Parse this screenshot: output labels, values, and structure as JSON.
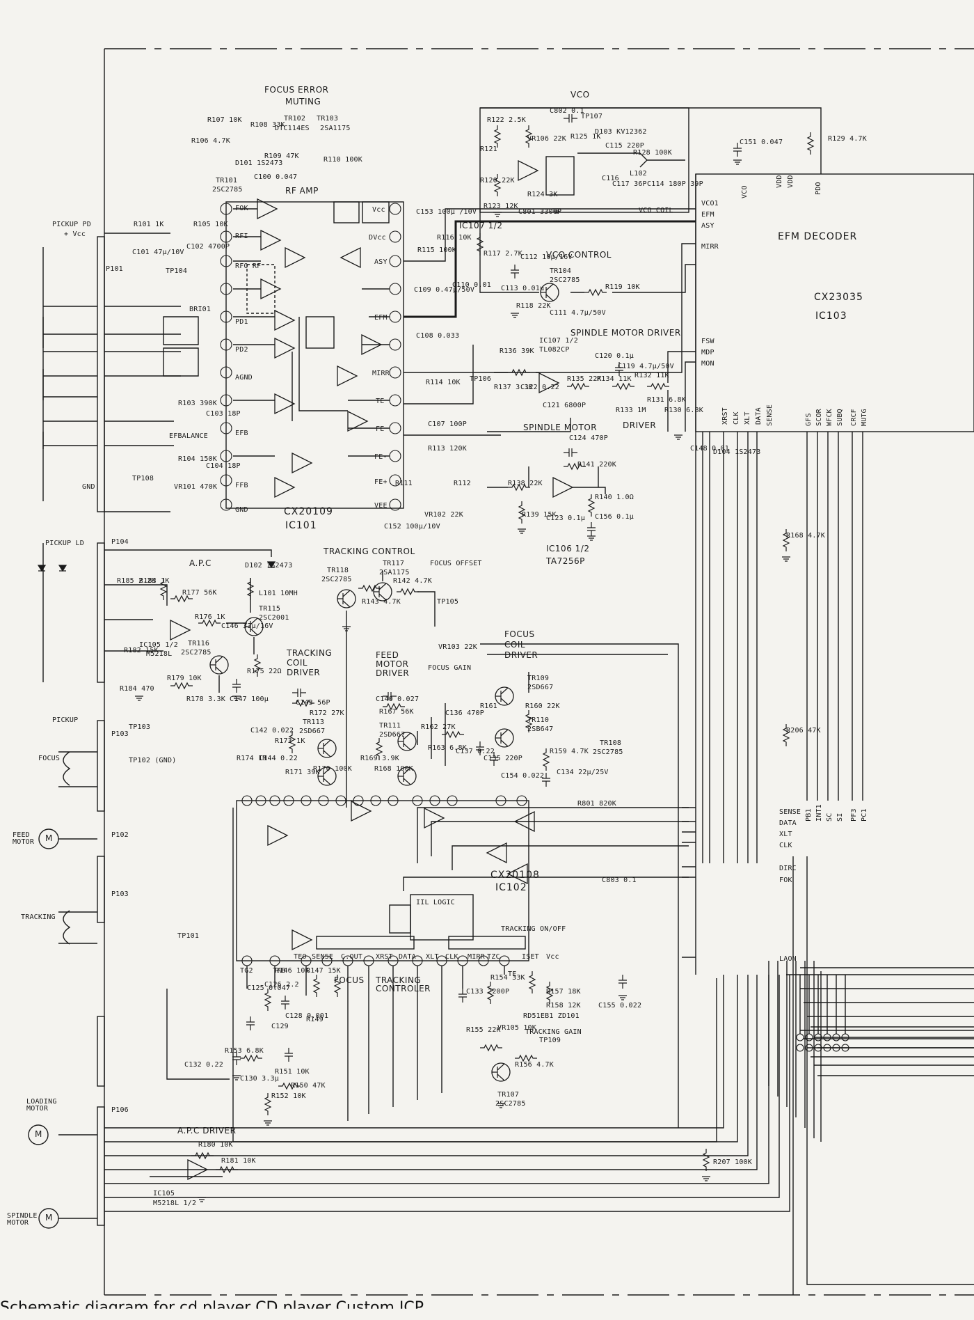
{
  "caption": "Schematic diagram for cd player CD player Custom ICP",
  "blocks": {
    "focus_error_muting_1": "FOCUS ERROR",
    "focus_error_muting_2": "MUTING",
    "vco": "VCO",
    "rf_amp": "RF AMP",
    "efm_decoder": "EFM DECODER",
    "decoder_ic": "CX23035",
    "decoder_ref": "IC103",
    "vco_control": "VCO CONTROL",
    "ic107_half": "IC107 1/2",
    "spindle_motor_driver": "SPINDLE MOTOR DRIVER",
    "ic107_part": "IC107 1/2",
    "ic107_type": "TL082CP",
    "spindle_motor": "SPINDLE MOTOR",
    "driver": "DRIVER",
    "ic106": "IC106 1/2",
    "ic106_type": "TA7256P",
    "cx20109": "CX20109",
    "ic101": "IC101",
    "apc": "A.P.C",
    "tracking_control": "TRACKING CONTROL",
    "focus_offset": "FOCUS OFFSET",
    "focus_coil_driver_1": "FOCUS",
    "focus_coil_driver_2": "COIL",
    "focus_coil_driver_3": "DRIVER",
    "feed_motor_driver_1": "FEED",
    "feed_motor_driver_2": "MOTOR",
    "feed_motor_driver_3": "DRIVER",
    "tracking_coil_driver_1": "TRACKING",
    "tracking_coil_driver_2": "COIL",
    "tracking_coil_driver_3": "DRIVER",
    "iil_logic": "IIL LOGIC",
    "cx20108": "CX20108",
    "ic102": "IC102",
    "focus": "FOCUS",
    "tracking_controller": "TRACKING CONTROLER",
    "apc_driver": "A.P.C DRIVER",
    "ic105": "IC105",
    "ic105_type": "M5218L 1/2",
    "ic105_upper": "IC105 1/2",
    "ic105_upper_type": "M5218L",
    "tracking_gain": "TRACKING GAIN",
    "tracking_onoff": "TRACKING ON/OFF",
    "ef_balance": "EFBALANCE",
    "tp109": "TP109"
  },
  "connectors": {
    "pickup_pd": "PICKUP PD",
    "vcc": "+ Vcc",
    "p101": "P101",
    "gnd": "GND",
    "pickup_ld": "PICKUP LD",
    "p104": "P104",
    "pickup": "PICKUP",
    "p103": "P103",
    "focus": "FOCUS",
    "p102": "P102",
    "feed_motor": "FEED MOTOR",
    "tracking": "TRACKING",
    "p103b": "P103",
    "loading_motor": "LOADING MOTOR",
    "p106": "P106",
    "spindle_motor": "SPINDLE MOTOR"
  },
  "transistors": {
    "tr101": "TR101",
    "tr101_t": "2SC2785",
    "tr102": "TR102",
    "tr103": "TR103",
    "tr102_t": "DTC114ES",
    "tr103_t": "2SA1175",
    "tr104": "TR104",
    "tr104_t": "2SC2785",
    "tr115": "TR115",
    "tr115_t": "2SC2001",
    "tr116": "TR116",
    "tr116_t": "2SC2785",
    "tr117": "TR117",
    "tr117_t": "2SA1175",
    "tr118": "TR118",
    "tr118_t": "2SC2785",
    "tr109": "TR109",
    "tr109_t": "2SD667",
    "tr110": "TR110",
    "tr110_t": "2SB647",
    "tr108": "TR108",
    "tr108_t": "2SC2785",
    "tr111": "TR111",
    "tr111_t": "2SD667",
    "tr113": "TR113",
    "tr113_t": "2SD667",
    "tr107": "TR107",
    "tr107_t": "2SC2785"
  },
  "decoder_pins_left": [
    "VCO1",
    "EFM",
    "ASY",
    "MIRR",
    "FSW",
    "MDP",
    "MON"
  ],
  "decoder_pins_mid": [
    "SENSE",
    "DATA",
    "XLT",
    "CLK",
    "DIRC",
    "FOK",
    "LAON"
  ],
  "decoder_pins_top": [
    "XRST",
    "CLK",
    "XLT",
    "DATA",
    "SENSE"
  ],
  "decoder_pins_right_top": [
    "GFS",
    "SCOR",
    "WFCK",
    "SUBQ",
    "CRCF",
    "MUTG"
  ],
  "decoder_pins_right_bot": [
    "PB1",
    "INT1",
    "SC",
    "SI",
    "PF3",
    "PC1"
  ],
  "decoder_top_pins": [
    "VCO",
    "VDD",
    "VDD",
    "PDO"
  ],
  "ic101_pins": [
    "FOK",
    "RFI",
    "RFO RF",
    "",
    "PD1",
    "PD2",
    "AGND",
    "",
    "EFB",
    "",
    "FFB",
    "GND",
    "VEE",
    "FE+",
    "FE-",
    "FE",
    "TE",
    "MIRR",
    "",
    "EFM",
    "",
    "ASY",
    "DVcc",
    "Vcc"
  ],
  "components": {
    "r107": "R107 10K",
    "r106": "R106 4.7K",
    "r108": "R108 33K",
    "r109": "R109 47K",
    "r110": "R110 100K",
    "c100": "C100 0.047",
    "d101": "D101 1S2473",
    "r101": "R101 1K",
    "c101": "C101 47μ/10V",
    "r105": "R105 10K",
    "c102": "C102 4700P",
    "tp104": "TP104",
    "bri01": "BRI01",
    "r103": "R103 390K",
    "c103": "C103 18P",
    "r104": "R104 150K",
    "c104": "C104 18P",
    "vr101": "VR101 470K",
    "c153": "C153 100μ /10V",
    "r115": "R115 100K",
    "r116": "R116 10K",
    "c109": "C109 0.47μ/50V",
    "c110": "C110 0.01",
    "c108": "C108 0.033",
    "r114": "R114 10K",
    "c107": "C107 100P",
    "r113": "R113 120K",
    "r111": "R111",
    "r112": "R112",
    "c152": "C152 100μ/10V",
    "vr102": "VR102 22K",
    "r122": "R122 2.5K",
    "r121": "R121",
    "c802": "C802 0.1",
    "tp107": "TP107",
    "vr106": "VR106 22K",
    "r125": "R125 1K",
    "d103": "D103 KV12362",
    "c115": "C115 220P",
    "r128": "R128 100K",
    "r120": "R120 22K",
    "r123": "R123 12K",
    "c801": "C801 3300P",
    "r124": "R124 3K",
    "c117": "C117 36P",
    "c116": "C116",
    "l102": "L102",
    "c114": "C114 180P 39P",
    "c151": "C151 0.047",
    "r129": "R129 4.7K",
    "vco_coil": "VCO COIL",
    "r117": "R117 2.7K",
    "c112": "C112 10μ/16V",
    "c113": "C113 0.01μ",
    "r118": "R118 22K",
    "c111": "C111 4.7μ/50V",
    "r119": "R119 10K",
    "r136": "R136 39K",
    "r137": "R137 3.3K",
    "c122": "C122 0.22",
    "c120": "C120 0.1μ",
    "r135": "R135 22K",
    "r134": "R134 11K",
    "c119": "C119 4.7μ/50V",
    "r132": "R132 11K",
    "r131": "R131 6.8K",
    "r133": "R133 1M",
    "r130": "R130 6.8K",
    "c121": "C121 6800P",
    "c124": "C124 470P",
    "r141": "R141 220K",
    "r138": "R138 22K",
    "r139": "R139 15K",
    "c123": "C123 0.1μ",
    "r140": "R140 1.0Ω",
    "c156": "C156 0.1μ",
    "r168": "R168 4.7K",
    "c148": "C148 0.01",
    "d104": "D104 1S2473",
    "d102": "D102 1S2473",
    "l101": "L101 10MH",
    "r177": "R177 56K",
    "r185": "R185 2.2K",
    "r183": "R183 1K",
    "r176": "R176 1K",
    "c146": "C146 33μ/16V",
    "r182": "R182 15K",
    "r184": "R184 470",
    "r179": "R179 10K",
    "r178": "R178 3.3K",
    "c147": "C147 100μ",
    "r175": "R175 22Ω",
    "r143": "R143 4.7K",
    "r142": "R142 4.7K",
    "tp105": "TP105",
    "vr103": "VR103 22K",
    "focus_gain": "FOCUS GAIN",
    "c143": "C143 56P",
    "r172": "R172 27K",
    "c142": "C142 0.022",
    "r174": "R174 1M",
    "c144": "C144 0.22",
    "r173": "R173 1K",
    "r171": "R171 39K",
    "r170": "R170 100K",
    "c140": "C140 0.027",
    "r167": "R167 56K",
    "r169": "R169 3.9K",
    "r168b": "R168 100K",
    "c136": "C136 470P",
    "r162": "R162 27K",
    "r163": "R163 6.8K",
    "c137": "C137 0.22",
    "r161": "R161",
    "r160": "R160 22K",
    "c135": "C135 220P",
    "r159": "R159 4.7K",
    "c134": "C134 22μ/25V",
    "c154": "C154 0.022",
    "r801": "R801 820K",
    "r206": "R206 47K",
    "c803": "C803 0.1",
    "tp101": "TP101",
    "tp102": "TP102 (GND)",
    "tp103": "TP103",
    "tp106": "TP106",
    "tp108": "TP108",
    "c125": "C125 0.047",
    "r146": "R146 10K",
    "r147": "R147 15K",
    "c128": "C128 0.001",
    "c126": "C126 2.2",
    "r149": "R149",
    "c129": "C129",
    "c132": "C132 0.22",
    "r153": "R153 6.8K",
    "c130": "C130 3.3μ",
    "r151": "R151 10K",
    "r150": "R150 47K",
    "r152": "R152 10K",
    "c133": "C133 2200P",
    "r154": "R154 33K",
    "r157": "R157 18K",
    "r158": "R158 12K",
    "zd101": "RD51EB1 ZD101",
    "c155": "C155 0.022",
    "r155": "R155 22K",
    "vr105": "VR105 10K",
    "r156": "R156 4.7K",
    "r180": "R180 10K",
    "r181": "R181 10K",
    "r207": "R207 100K"
  },
  "ic102_pins": [
    "TG2",
    "TAB",
    "TEO",
    "SENSE",
    "C.OUT",
    "XRST",
    "DATA",
    "XLT",
    "CLK",
    "MIRR",
    "TZC",
    "TE",
    "ISET",
    "Vcc"
  ],
  "colors": {
    "ink": "#1a1a1a",
    "paper": "#f4f3ef"
  }
}
